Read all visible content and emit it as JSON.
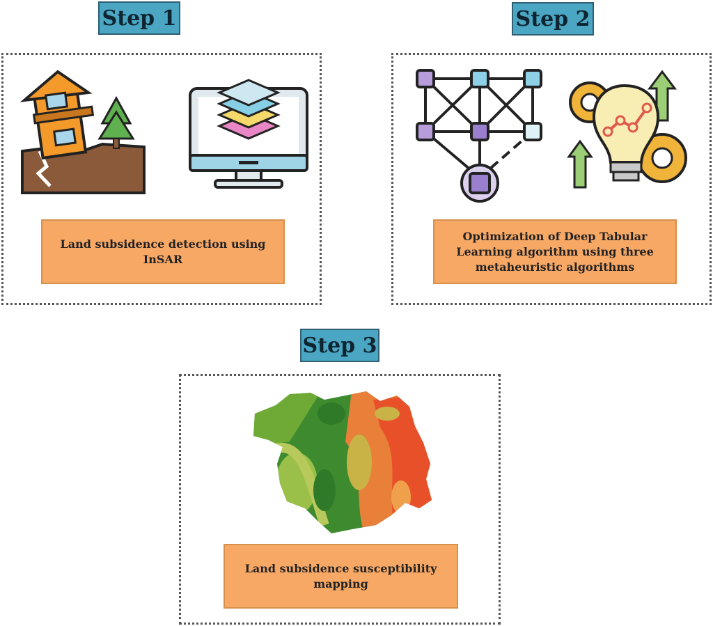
{
  "steps": [
    {
      "label": "Step 1",
      "caption": "Land subsidence detection using\nInSAR",
      "icons": [
        "damaged-house-icon",
        "data-layers-monitor-icon"
      ]
    },
    {
      "label": "Step 2",
      "caption": "Optimization of Deep Tabular\nLearning algorithm using three\nmetaheuristic algorithms",
      "icons": [
        "neural-network-icon",
        "lightbulb-gears-icon"
      ]
    },
    {
      "label": "Step 3",
      "caption": "Land subsidence susceptibility\nmapping",
      "icons": [
        "susceptibility-map-icon"
      ]
    }
  ],
  "colors": {
    "step_tag": "#4aa6c2",
    "caption_fill": "#f8a865",
    "map_high": "#e8502a",
    "map_low": "#3e8a2e"
  }
}
